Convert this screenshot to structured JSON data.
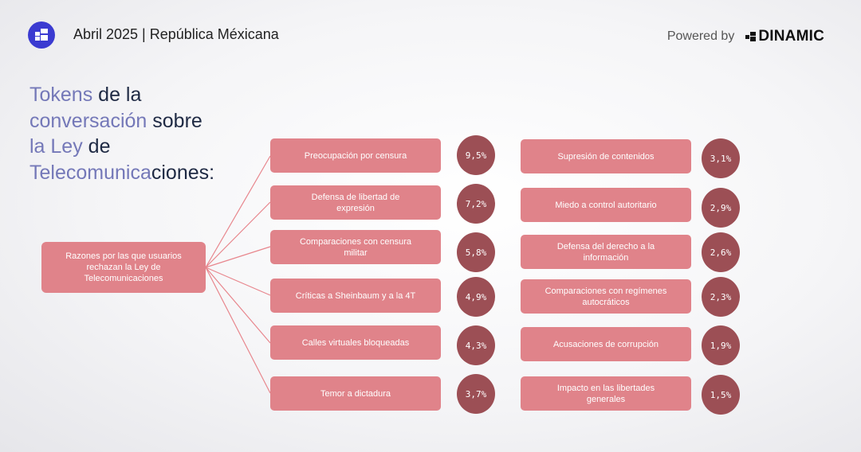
{
  "header": {
    "date_region": "Abril 2025 | República Méxicana",
    "powered_label": "Powered by",
    "brand": "DINAMIC",
    "logo_icon": "grid-blocks-icon",
    "brand_icon": "pixel-blocks-icon"
  },
  "title": {
    "parts": [
      "Tokens",
      " de la",
      "conversación",
      " sobre",
      "la Ley",
      " de",
      "Telecomunica",
      "ciones:"
    ]
  },
  "root": {
    "label": "Razones por las que usuarios rechazan la  Ley de Telecomunicaciones"
  },
  "left_tokens": [
    {
      "label": "Preocupación por censura",
      "pct": "9,5%"
    },
    {
      "label": "Defensa de libertad de expresión",
      "pct": "7,2%"
    },
    {
      "label": "Comparaciones con censura militar",
      "pct": "5,8%"
    },
    {
      "label": "Críticas a Sheinbaum y a la 4T",
      "pct": "4,9%"
    },
    {
      "label": "Calles virtuales bloqueadas",
      "pct": "4,3%"
    },
    {
      "label": "Temor a dictadura",
      "pct": "3,7%"
    }
  ],
  "right_tokens": [
    {
      "label": "Supresión de contenidos",
      "pct": "3,1%"
    },
    {
      "label": "Miedo a control autoritario",
      "pct": "2,9%"
    },
    {
      "label": "Defensa del derecho a la información",
      "pct": "2,6%"
    },
    {
      "label": "Comparaciones con regímenes autocráticos",
      "pct": "2,3%"
    },
    {
      "label": "Acusaciones de corrupción",
      "pct": "1,9%"
    },
    {
      "label": "Impacto en las libertades generales",
      "pct": "1,5%"
    }
  ],
  "colors": {
    "accent": "#3b3bd1",
    "title_highlight": "#7478b8",
    "token_box": "#e0838a",
    "percent_circle": "#9c4f55",
    "connector": "#e8868d"
  }
}
